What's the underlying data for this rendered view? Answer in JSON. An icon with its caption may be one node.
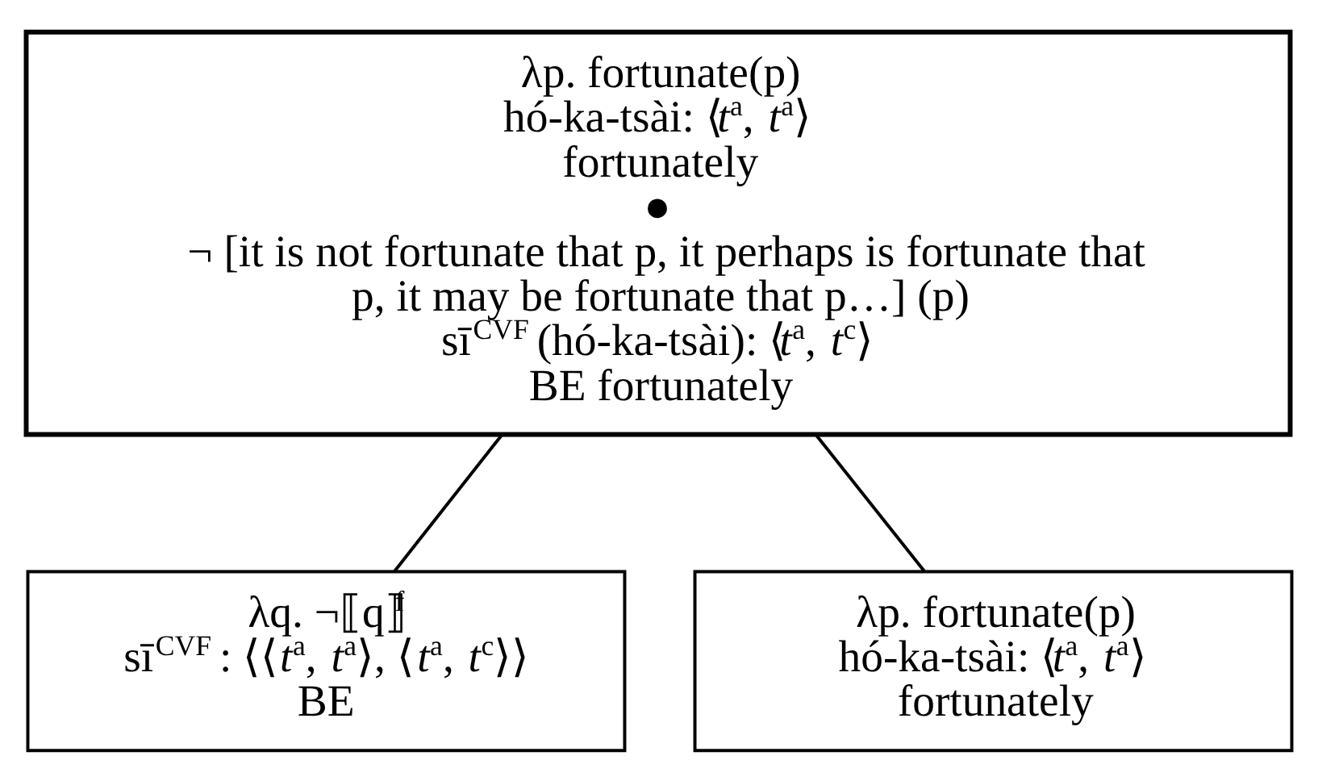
{
  "diagram": {
    "nodes": [
      {
        "text": [
          "λp. fortunate(p)",
          "hó-ka-tsài: ⟨*t*$^{a}$, *t*$^{a}$⟩",
          "fortunately",
          "●",
          "¬ [it is not fortunate that p, it perhaps is fortunate that p, it may be fortunate that p…] (p)",
          "sī$^{CVF}$ (hó-ka-tsài): ⟨*t*$^{a}$, *t*$^{c}$⟩",
          "BE fortunately"
        ]
      },
      {
        "text": [
          "λq. ¬⟦q⟧$^{f}$",
          "sī$^{CVF}$ : ⟨⟨*t*$^{a}$, *t*$^{a}$⟩, ⟨*t*$^{a}$, *t*$^{c}$⟩⟩",
          "BE"
        ]
      },
      {
        "text": [
          "λp. fortunate(p)",
          "hó-ka-tsài: ⟨*t*$^{a}$, *t*$^{a}$⟩",
          "fortunately"
        ]
      }
    ],
    "edges": [
      {
        "from": 0,
        "to": 1,
        "arrow": "none"
      },
      {
        "from": 0,
        "to": 2,
        "arrow": "none"
      }
    ]
  }
}
